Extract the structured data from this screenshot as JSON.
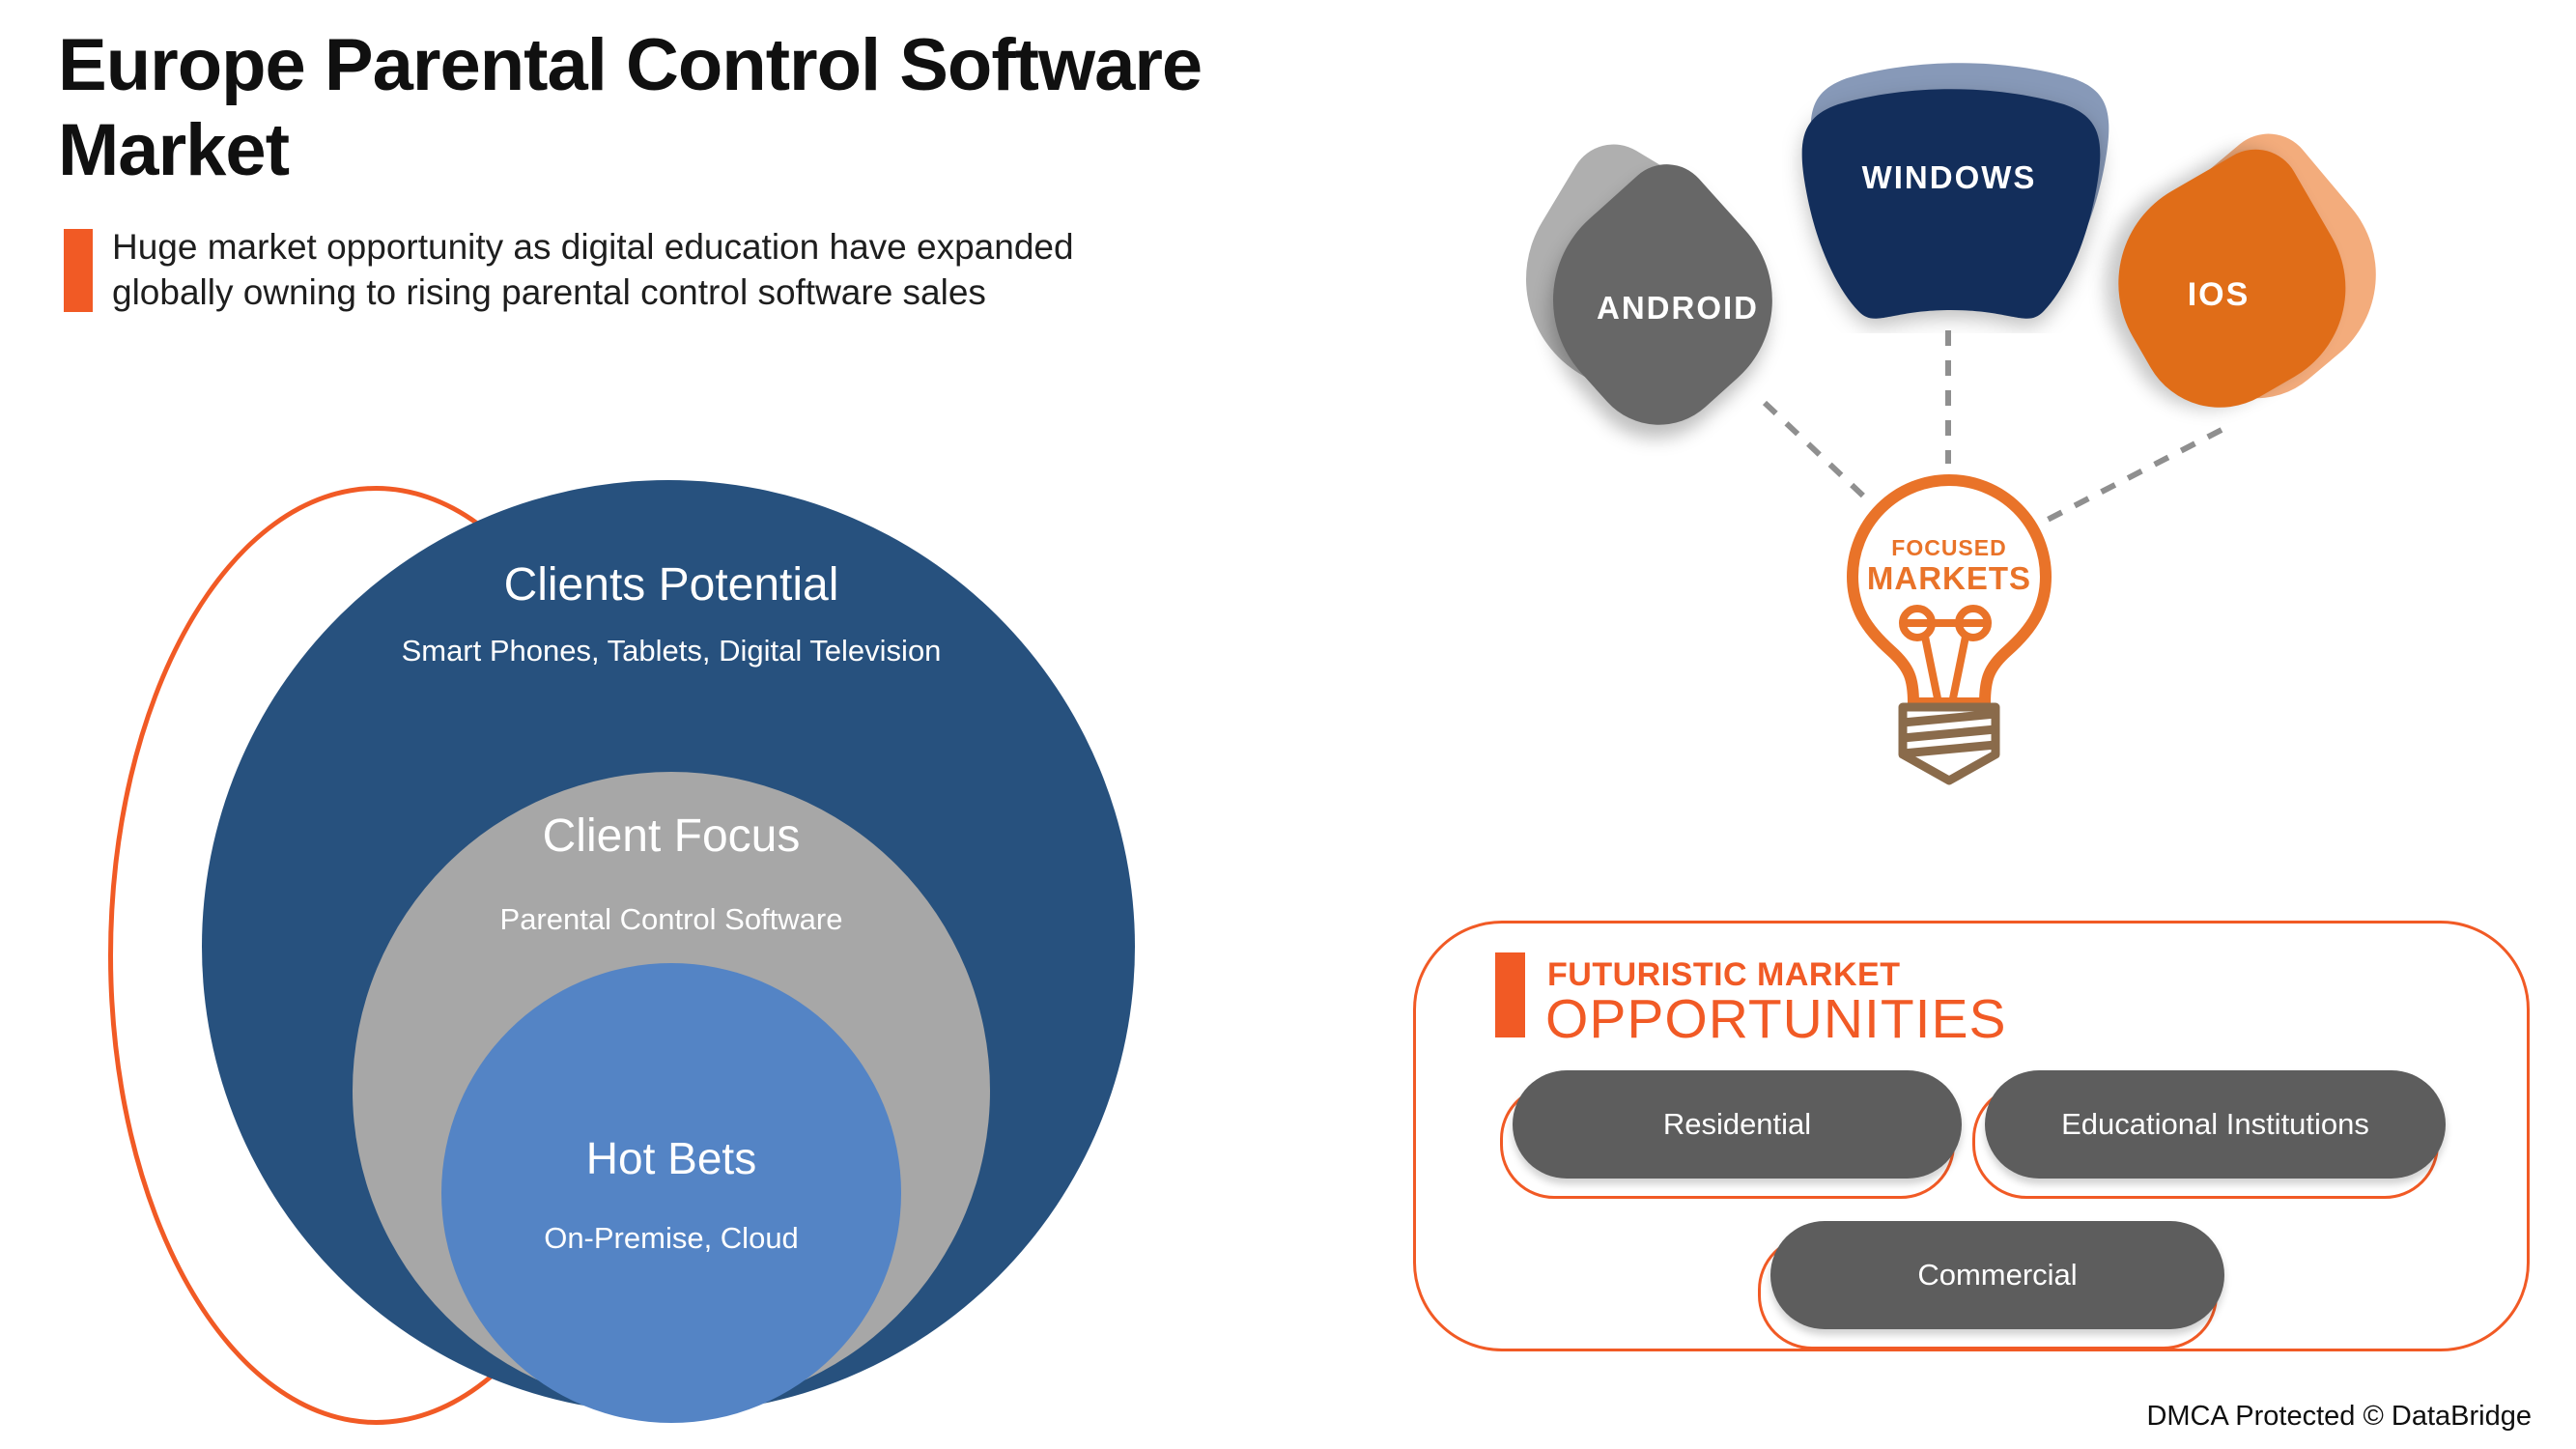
{
  "header": {
    "title_line1": "Europe Parental Control Software",
    "title_line2": "Market",
    "subtitle_line1": "Huge market opportunity as digital education have expanded",
    "subtitle_line2": "globally owning to rising parental control software sales"
  },
  "venn": {
    "rings": [
      {
        "label": "Clients Potential",
        "sublabel": "Smart Phones, Tablets, Digital Television"
      },
      {
        "label": "Client Focus",
        "sublabel": "Parental Control Software"
      },
      {
        "label": "Hot Bets",
        "sublabel": "On-Premise, Cloud"
      }
    ]
  },
  "platforms": {
    "items": [
      {
        "label": "ANDROID"
      },
      {
        "label": "WINDOWS"
      },
      {
        "label": "IOS"
      }
    ],
    "hub": {
      "line1": "FOCUSED",
      "line2": "MARKETS"
    }
  },
  "opportunities": {
    "heading_line1": "FUTURISTIC MARKET",
    "heading_line2": "OPPORTUNITIES",
    "items": [
      "Residential",
      "Educational Institutions",
      "Commercial"
    ]
  },
  "footer": {
    "text": "DMCA Protected © DataBridge"
  },
  "colors": {
    "accent_orange": "#F15A25",
    "bulb_orange": "#E97329",
    "bulb_base_brown": "#8A6B4B",
    "venn_navy": "#27517E",
    "venn_gray": "#A7A7A7",
    "venn_blue": "#5484C5",
    "android_gray": "#676767",
    "android_back_gray": "#AFAFAF",
    "windows_navy": "#132E5B",
    "windows_back_steel": "#8799B8",
    "ios_orange": "#E06D18",
    "ios_back_peach": "#F3AC7C",
    "pill_gray": "#5D5D5D",
    "dash_gray": "#8F8F8F"
  }
}
